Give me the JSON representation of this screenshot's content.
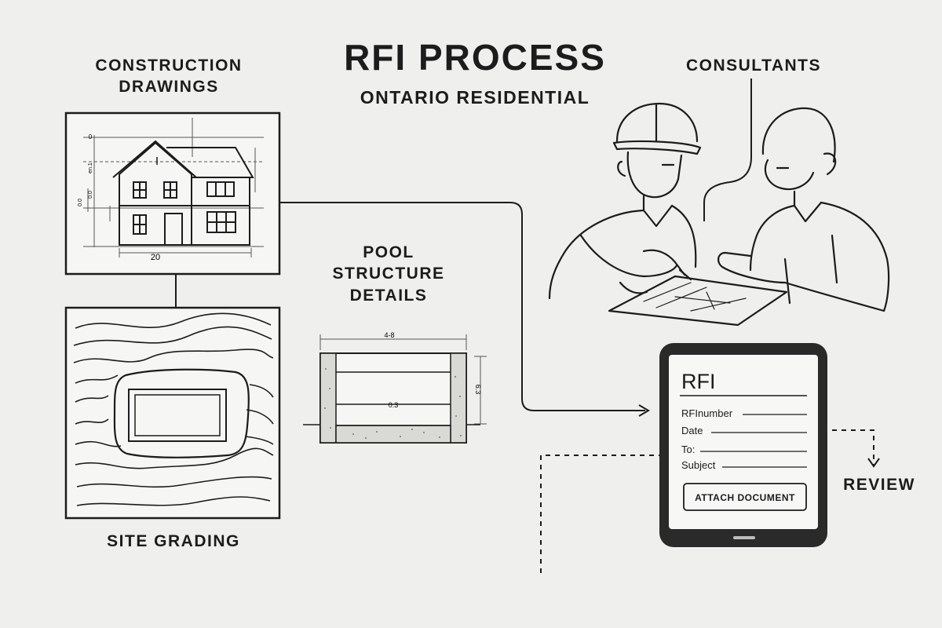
{
  "header": {
    "title": "RFI PROCESS",
    "subtitle": "ONTARIO RESIDENTIAL"
  },
  "sections": {
    "drawings_label_line1": "CONSTRUCTION",
    "drawings_label_line2": "DRAWINGS",
    "grading_label": "SITE GRADING",
    "pool_label_line1": "POOL",
    "pool_label_line2": "STRUCTURE",
    "pool_label_line3": "DETAILS",
    "consultants_label": "CONSULTANTS",
    "review_label": "REVIEW"
  },
  "house_drawing": {
    "width_dimension": "20",
    "dim_top_left": "0",
    "dim_side_1": "en.1",
    "dim_side_2": "0.0",
    "dim_side_far": "0.0"
  },
  "pool_drawing": {
    "top_dimension": "4-8",
    "inner_dimension": "0.3",
    "side_dimension": "6.3"
  },
  "rfi_form": {
    "heading": "RFI",
    "fields": [
      "RFInumber",
      "Date",
      "To:",
      "Subject"
    ],
    "attach_button": "ATTACH DOCUMENT"
  },
  "colors": {
    "background": "#efefed",
    "ink": "#1c1c1c",
    "tablet_body": "#2a2a2a",
    "screen": "#f7f7f5"
  }
}
